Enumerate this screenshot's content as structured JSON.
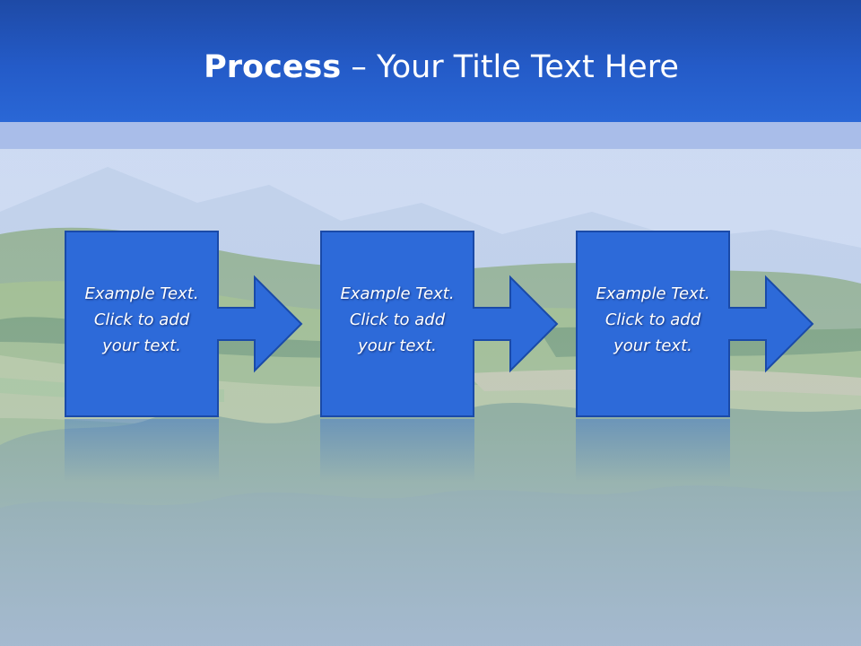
{
  "slide": {
    "title_bold": "Process",
    "title_rest": " – Your Title Text Here"
  },
  "steps": [
    {
      "lines": [
        "Example Text.",
        "Click  to add",
        "your text."
      ]
    },
    {
      "lines": [
        "Example Text.",
        "Click  to add",
        "your text."
      ]
    },
    {
      "lines": [
        "Example Text.",
        "Click  to add",
        "your text."
      ]
    }
  ],
  "colors": {
    "header": "#245bc8",
    "band": "#a9bde9",
    "shape_fill": "#2d6ad9",
    "shape_border": "#1a4aa8"
  }
}
